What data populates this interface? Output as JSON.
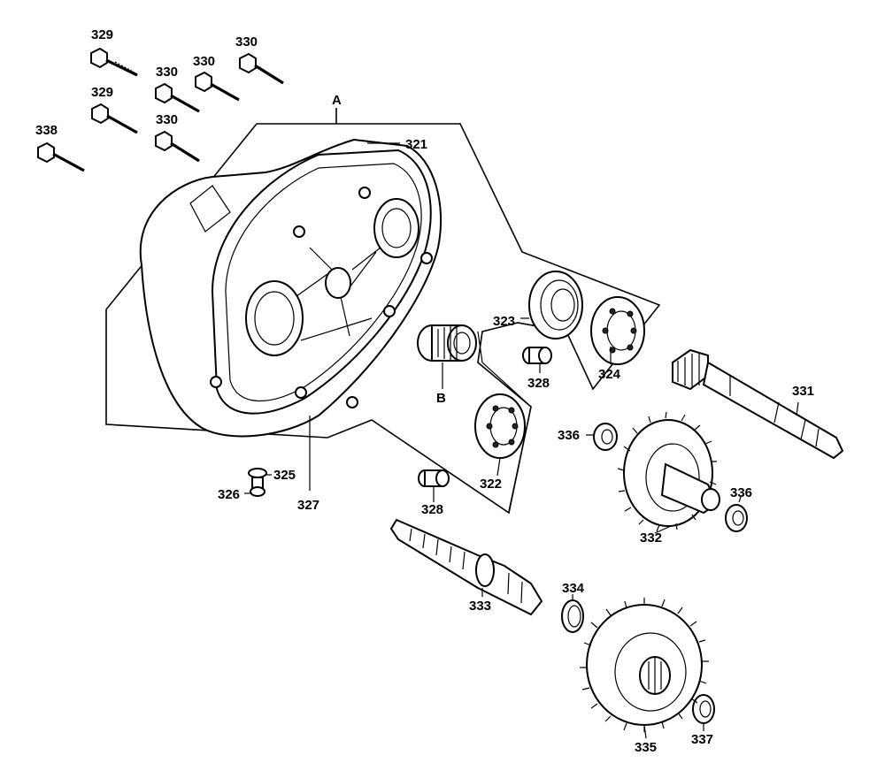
{
  "diagram": {
    "group_labels": {
      "a": "A",
      "b": "B"
    },
    "parts": {
      "p321": "321",
      "p322": "322",
      "p323": "323",
      "p324": "324",
      "p325": "325",
      "p326": "326",
      "p327": "327",
      "p328a": "328",
      "p328b": "328",
      "p329a": "329",
      "p329b": "329",
      "p330a": "330",
      "p330b": "330",
      "p330c": "330",
      "p330d": "330",
      "p331": "331",
      "p332": "332",
      "p333": "333",
      "p334": "334",
      "p335": "335",
      "p336a": "336",
      "p336b": "336",
      "p337": "337",
      "p338": "338"
    }
  }
}
